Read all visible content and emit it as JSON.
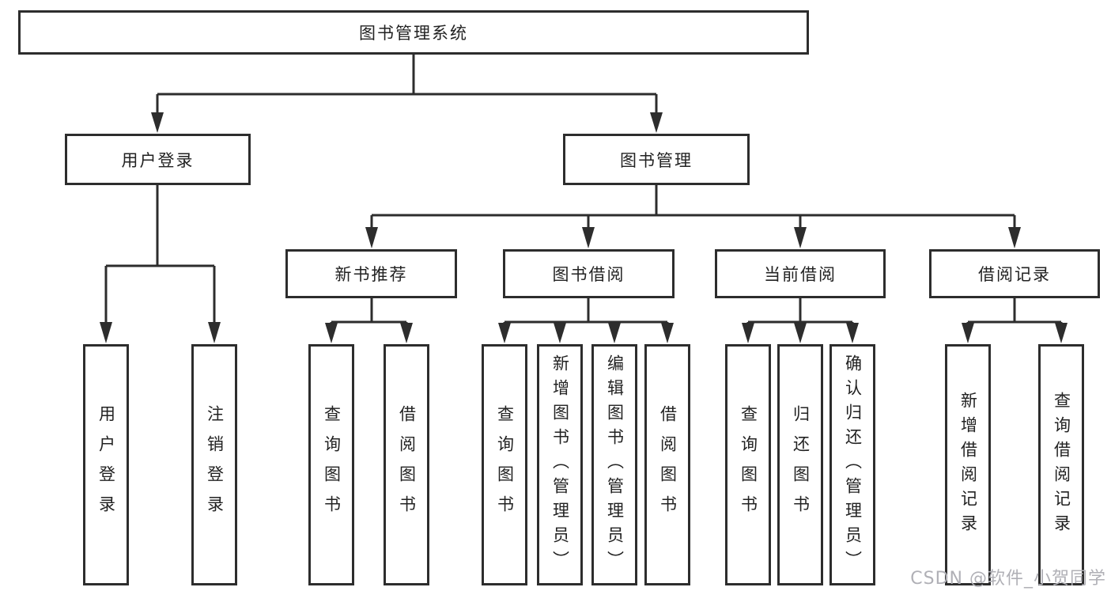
{
  "tree": {
    "root": "图书管理系统",
    "branches": [
      {
        "label": "用户登录",
        "children": [
          "用户登录",
          "注销登录"
        ]
      },
      {
        "label": "图书管理",
        "groups": [
          {
            "label": "新书推荐",
            "children": [
              "查询图书",
              "借阅图书"
            ]
          },
          {
            "label": "图书借阅",
            "children": [
              "查询图书",
              "新增图书（管理员）",
              "编辑图书（管理员）",
              "借阅图书"
            ]
          },
          {
            "label": "当前借阅",
            "children": [
              "查询图书",
              "归还图书",
              "确认归还（管理员）"
            ]
          },
          {
            "label": "借阅记录",
            "children": [
              "新增借阅记录",
              "查询借阅记录"
            ]
          }
        ]
      }
    ]
  },
  "watermark": "CSDN @软件_小贺同学",
  "colors": {
    "line": "#2d2d2d",
    "box_background": "#ffffff",
    "text": "#222222",
    "watermark_text": "#b0b0b6"
  }
}
